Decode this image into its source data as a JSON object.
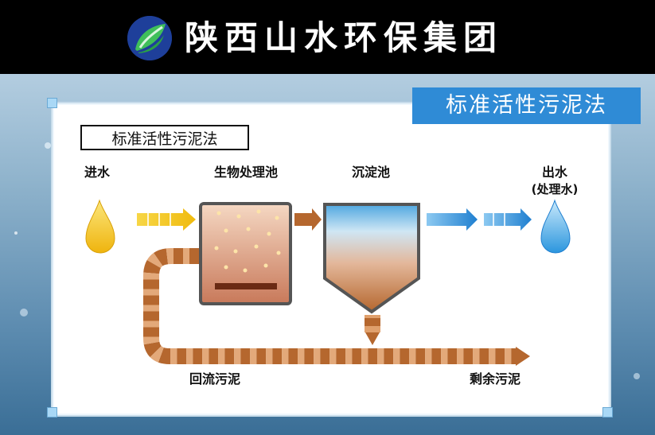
{
  "header": {
    "brand_name": "陕西山水环保集团"
  },
  "tag_label": "标准活性污泥法",
  "diagram": {
    "title": "标准活性污泥法",
    "inflow_label": "进水",
    "bio_tank_label": "生物处理池",
    "settling_tank_label": "沉淀池",
    "outflow_label": "出水",
    "outflow_sublabel": "(处理水)",
    "return_sludge_label": "回流污泥",
    "excess_sludge_label": "剩余污泥"
  },
  "colors": {
    "header_bg": "#000000",
    "tag_bg": "#2f8bd6",
    "sludge": "#b5672e",
    "sludge_light": "#d98e53",
    "inflow_yellow": "#f2c318",
    "outflow_blue": "#3a9ee0"
  },
  "icons": [
    "leaf-logo-icon",
    "yellow-water-drop-icon",
    "blue-water-drop-icon"
  ]
}
